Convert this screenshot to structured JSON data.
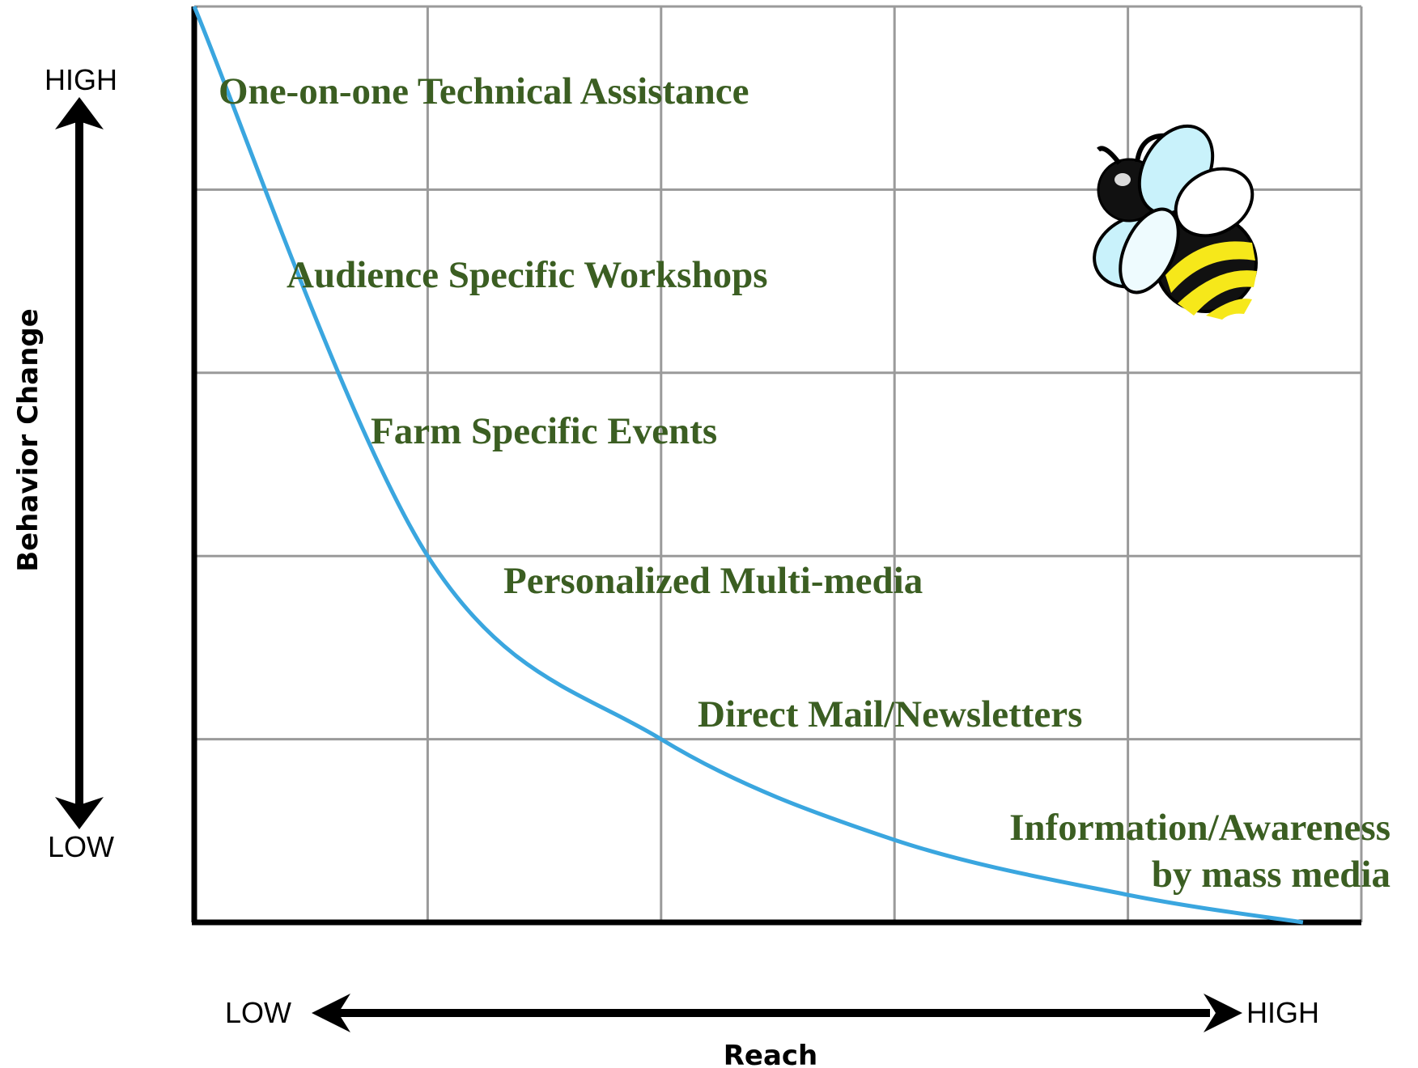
{
  "chart_data": {
    "type": "line",
    "description_labels": {
      "y_axis_title": "Behavior Change",
      "x_axis_title": "Reach",
      "y_high": "HIGH",
      "y_low": "LOW",
      "x_low": "LOW",
      "x_high": "HIGH"
    },
    "categories": [
      {
        "lines": [
          "One-on-one Technical Assistance"
        ]
      },
      {
        "lines": [
          "Audience Specific Workshops"
        ]
      },
      {
        "lines": [
          "Farm Specific Events"
        ]
      },
      {
        "lines": [
          "Personalized Multi-media"
        ]
      },
      {
        "lines": [
          "Direct Mail/Newsletters"
        ]
      },
      {
        "lines": [
          "Information/Awareness",
          "by mass media"
        ]
      }
    ],
    "grid": {
      "columns": 5,
      "rows": 5,
      "visible": true
    },
    "curve": "decreasing",
    "curve_points": [
      [
        0,
        5.0
      ],
      [
        1,
        2.0
      ],
      [
        2,
        1.0
      ],
      [
        3,
        0.45
      ],
      [
        4,
        0.15
      ],
      [
        4.75,
        0.0
      ]
    ],
    "xlim": [
      0,
      5
    ],
    "ylim": [
      0,
      5
    ]
  },
  "colors": {
    "curve": "#3aa6df",
    "label_text": "#3b5e22",
    "grid": "#9a9a9a",
    "axis": "#000000",
    "bee_body": "#111111",
    "bee_stripe": "#f6e81a",
    "bee_wing": "#c9f2fb"
  },
  "decoration": {
    "icon": "bee-icon"
  }
}
